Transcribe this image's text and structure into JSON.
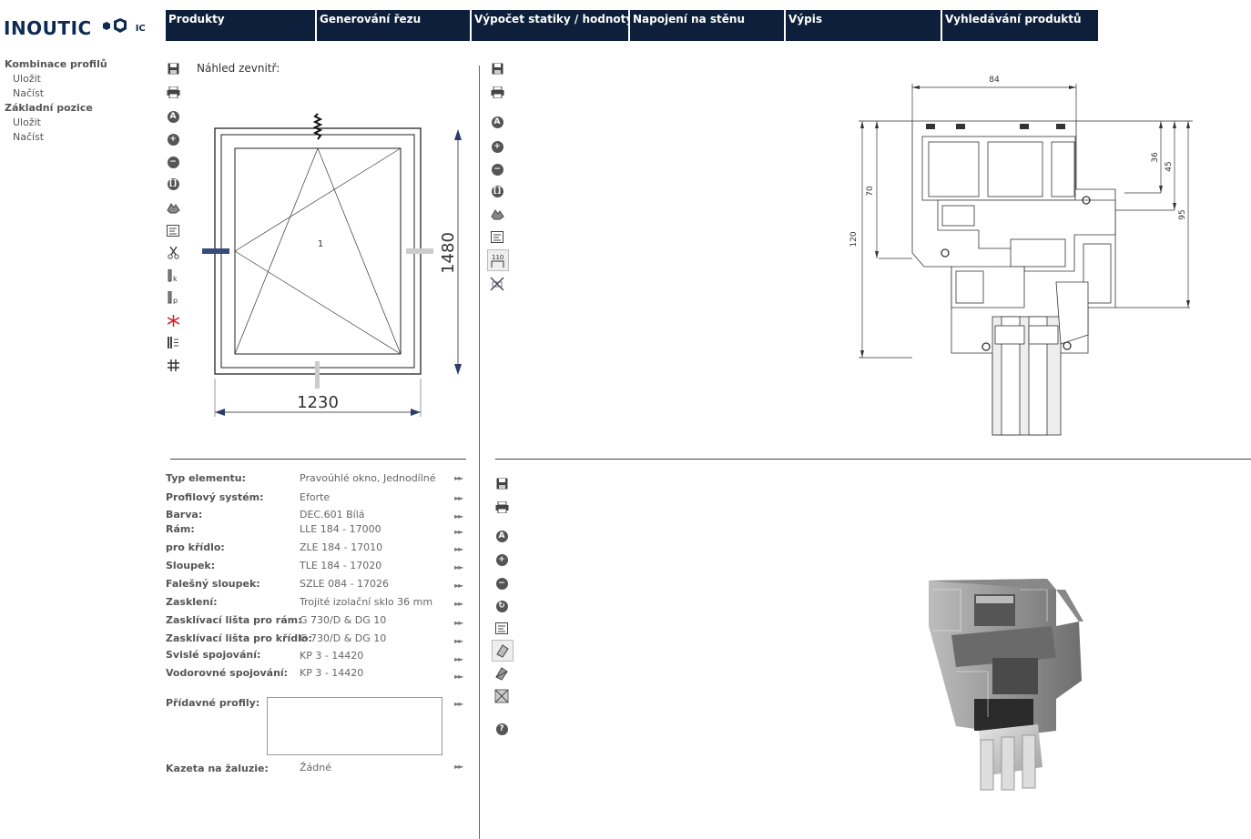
{
  "logo": {
    "name": "INOUTIC",
    "suffix": "IC"
  },
  "nav": {
    "tabs": [
      {
        "label": "Produkty"
      },
      {
        "label": "Generování řezu"
      },
      {
        "label": "Výpočet statiky / hodnoty U"
      },
      {
        "label": "Napojení na stěnu"
      },
      {
        "label": "Výpis"
      },
      {
        "label": "Vyhledávání produktů"
      }
    ]
  },
  "sidebar": {
    "groups": [
      {
        "title": "Kombinace profilů",
        "items": [
          "Uložit",
          "Načíst"
        ]
      },
      {
        "title": "Základní pozice",
        "items": [
          "Uložit",
          "Načíst"
        ]
      }
    ]
  },
  "preview": {
    "title": "Náhled zevnitř:",
    "width_label": "1230",
    "height_label": "1480",
    "sash_number": "1"
  },
  "section": {
    "dims": {
      "top": "84",
      "d36": "36",
      "d45": "45",
      "d95": "95",
      "d70": "70",
      "d120": "120"
    },
    "scale_icon_text": "110"
  },
  "toolbar_icons": {
    "preview": [
      "save-icon",
      "print-icon",
      "a-icon",
      "zoom-in-icon",
      "zoom-out-icon",
      "fit-icon",
      "hand-icon",
      "text-icon",
      "scissors-icon",
      "k-icon",
      "p-icon",
      "star-icon",
      "list-icon",
      "grid-icon"
    ],
    "section": [
      "save-icon",
      "print-icon",
      "a-icon",
      "zoom-in-icon",
      "zoom-out-icon",
      "fit-icon",
      "hand-icon",
      "text-icon",
      "scale-icon",
      "cross-icon"
    ],
    "render3d": [
      "save-icon",
      "print-icon",
      "a-icon",
      "zoom-in-icon",
      "zoom-out-icon",
      "rotate-icon",
      "text-icon",
      "shade-icon",
      "shade2-icon",
      "cross-icon",
      "help-icon"
    ]
  },
  "properties": {
    "rows": [
      {
        "label": "Typ elementu:",
        "value": "Pravoúhlé okno, Jednodílné"
      },
      {
        "label": "Profilový systém:",
        "value": "Eforte"
      },
      {
        "label": "Barva:",
        "value": "DEC.601 Bílá"
      },
      {
        "label": "Rám:",
        "value": "LLE 184 - 17000"
      },
      {
        "label": "pro křídlo:",
        "value": "ZLE 184 - 17010"
      },
      {
        "label": "Sloupek:",
        "value": "TLE 184 - 17020"
      },
      {
        "label": "Falešný sloupek:",
        "value": "SZLE 084 - 17026"
      },
      {
        "label": "Zasklení:",
        "value": "Trojité izolační sklo 36 mm"
      },
      {
        "label": "Zasklívací lišta pro rám:",
        "value": "G 730/D & DG 10"
      },
      {
        "label": "Zasklívací lišta pro křídlo:",
        "value": "G 730/D & DG 10"
      },
      {
        "label": "Svislé spojování:",
        "value": "KP 3 - 14420"
      },
      {
        "label": "Vodorovné spojování:",
        "value": "KP 3 - 14420"
      }
    ],
    "extra_label": "Přídavné profily:",
    "blind_label": "Kazeta na žaluzie:",
    "blind_value": "Žádné",
    "arrow": "►►"
  }
}
